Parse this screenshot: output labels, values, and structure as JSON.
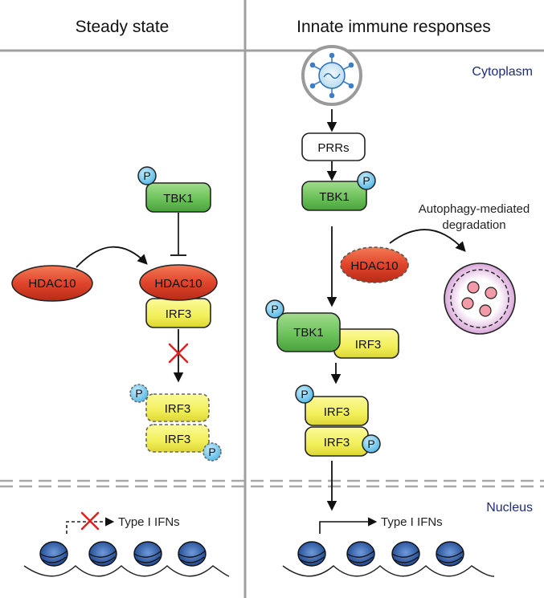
{
  "headers": {
    "left": "Steady state",
    "right": "Innate immune responses"
  },
  "regions": {
    "cytoplasm": "Cytoplasm",
    "nucleus": "Nucleus"
  },
  "left_panel": {
    "hdac10_free": "HDAC10",
    "tbk1": "TBK1",
    "hdac10_bound": "HDAC10",
    "irf3": "IRF3",
    "irf3_dimer_top": "IRF3",
    "irf3_dimer_bottom": "IRF3",
    "ifn_label": "Type I IFNs"
  },
  "right_panel": {
    "prrs": "PRRs",
    "tbk1": "TBK1",
    "hdac10": "HDAC10",
    "autophagy_line1": "Autophagy-mediated",
    "autophagy_line2": "degradation",
    "complex_tbk1": "TBK1",
    "complex_irf3": "IRF3",
    "irf3_dimer_top": "IRF3",
    "irf3_dimer_bottom": "IRF3",
    "ifn_label": "Type I IFNs"
  },
  "phospho_label": "P",
  "colors": {
    "hdac10_red": "#e0452c",
    "tbk1_green": "#6cc25a",
    "irf3_yellow": "#f2ef5a",
    "phospho_blue": "#62c3ee",
    "nucleosome_blue": "#2f5ea8",
    "region_text_navy": "#1d2b7a",
    "autophagosome_pink": "#e8c7e8",
    "divider_grey": "#a0a0a0"
  },
  "icons": [
    "virus-icon",
    "autophagosome-icon",
    "inhibition-x-icon",
    "nucleosome-icon"
  ]
}
